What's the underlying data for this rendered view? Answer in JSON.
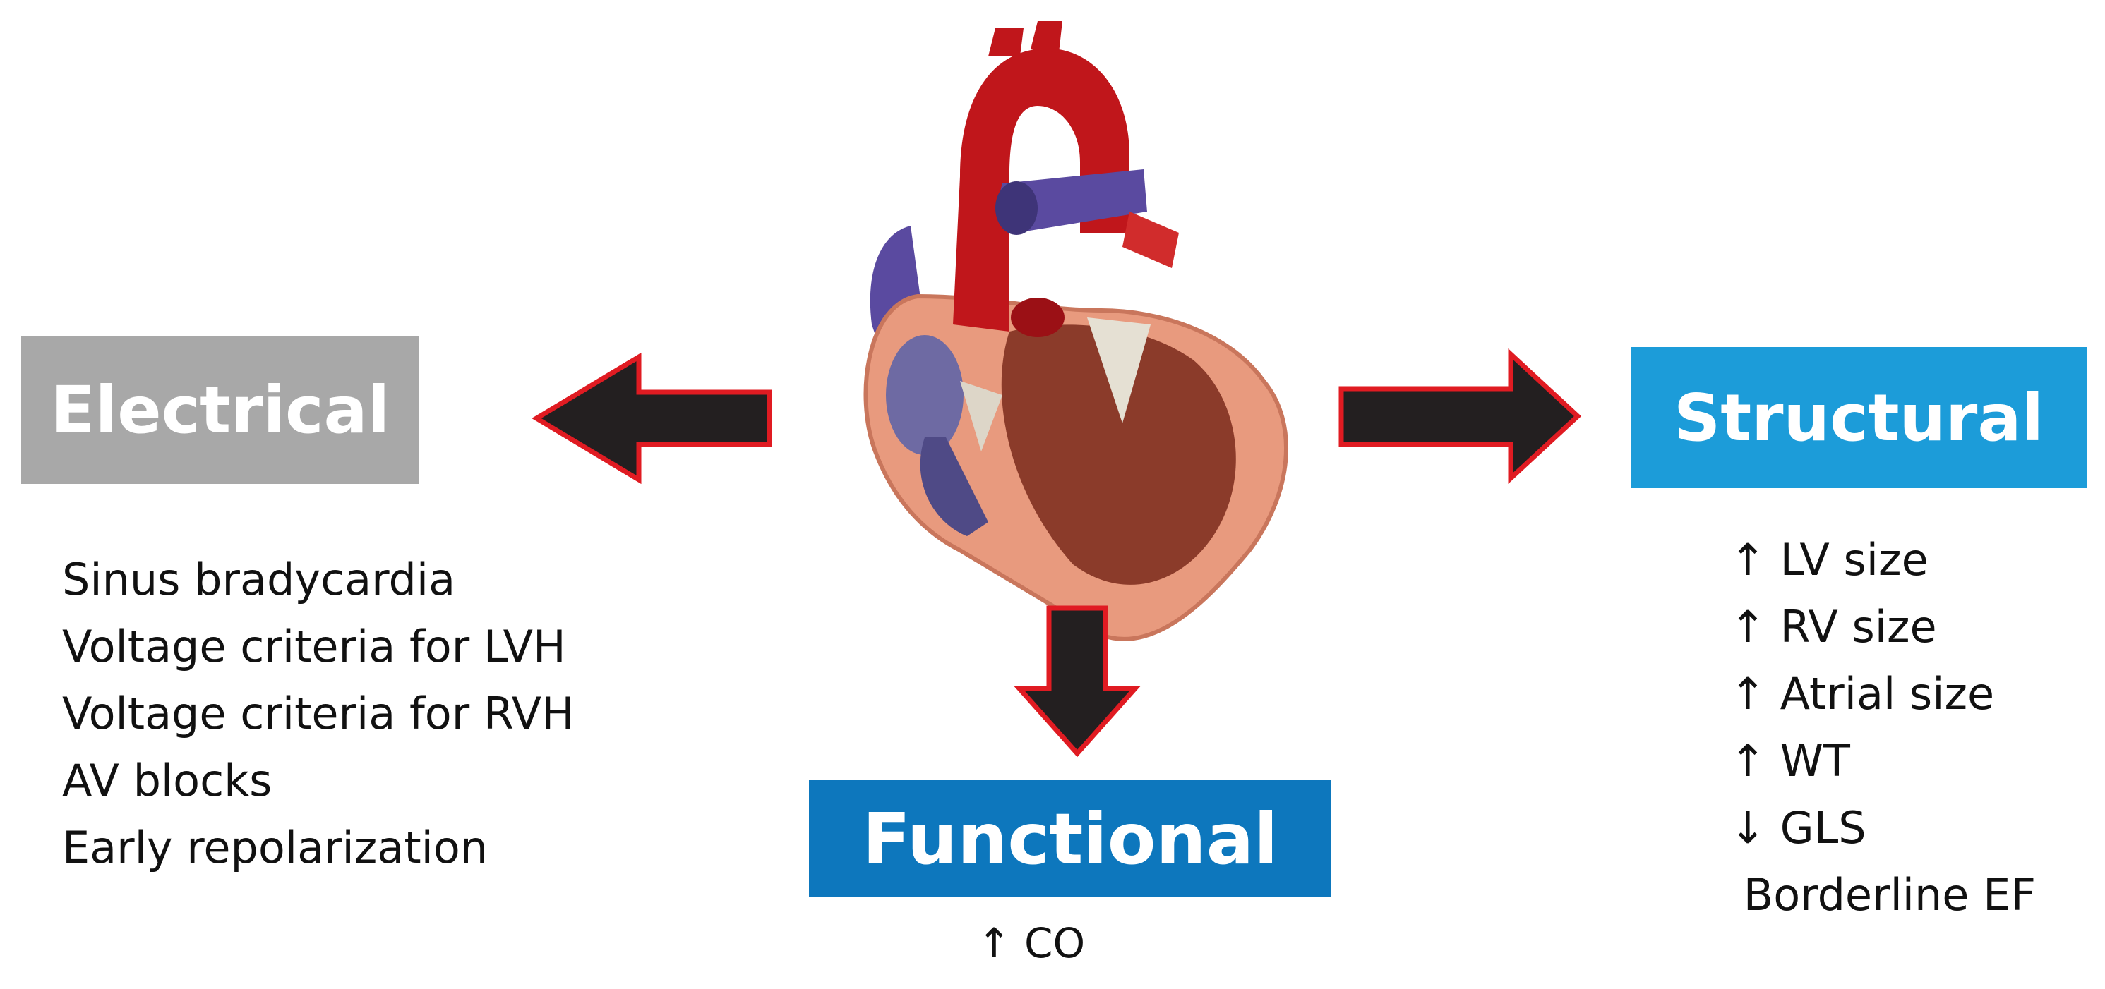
{
  "colors": {
    "electrical": "#a8a8a8",
    "structural": "#1c9cd9",
    "functional": "#0d77bd",
    "arrow_fill": "#231f20",
    "arrow_stroke": "#e01b22"
  },
  "icons": {
    "center": "heart-cross-section-icon",
    "arrows": [
      "arrow-left-icon",
      "arrow-right-icon",
      "arrow-down-icon"
    ]
  },
  "electrical": {
    "title": "Electrical",
    "items": [
      "Sinus bradycardia",
      "Voltage criteria for LVH",
      "Voltage criteria for RVH",
      "AV blocks",
      "Early repolarization"
    ]
  },
  "structural": {
    "title": "Structural",
    "items": [
      "↑ LV size",
      "↑ RV size",
      "↑ Atrial size",
      "↑ WT",
      "↓ GLS",
      " Borderline EF"
    ]
  },
  "functional": {
    "title": "Functional",
    "items": [
      "↑ CO"
    ]
  }
}
